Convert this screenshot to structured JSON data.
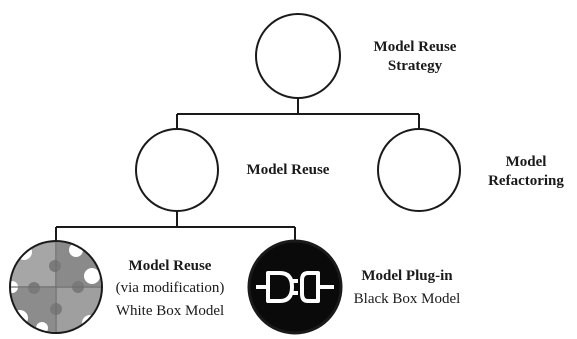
{
  "nodes": {
    "strategy": {
      "line1": "Model Reuse",
      "line2": "Strategy"
    },
    "reuse": {
      "label": "Model Reuse"
    },
    "refactoring": {
      "line1": "Model",
      "line2": "Refactoring"
    },
    "whitebox": {
      "title": "Model Reuse",
      "subtitle": "(via modification)",
      "caption": "White Box Model",
      "icon": "puzzle-icon"
    },
    "blackbox": {
      "title": "Model Plug-in",
      "caption": "Black Box Model",
      "icon": "plug-icon"
    }
  },
  "colors": {
    "line": "#1a1a1a",
    "puzzle": "#8f8f8f",
    "plug_bg": "#0a0a0a"
  }
}
